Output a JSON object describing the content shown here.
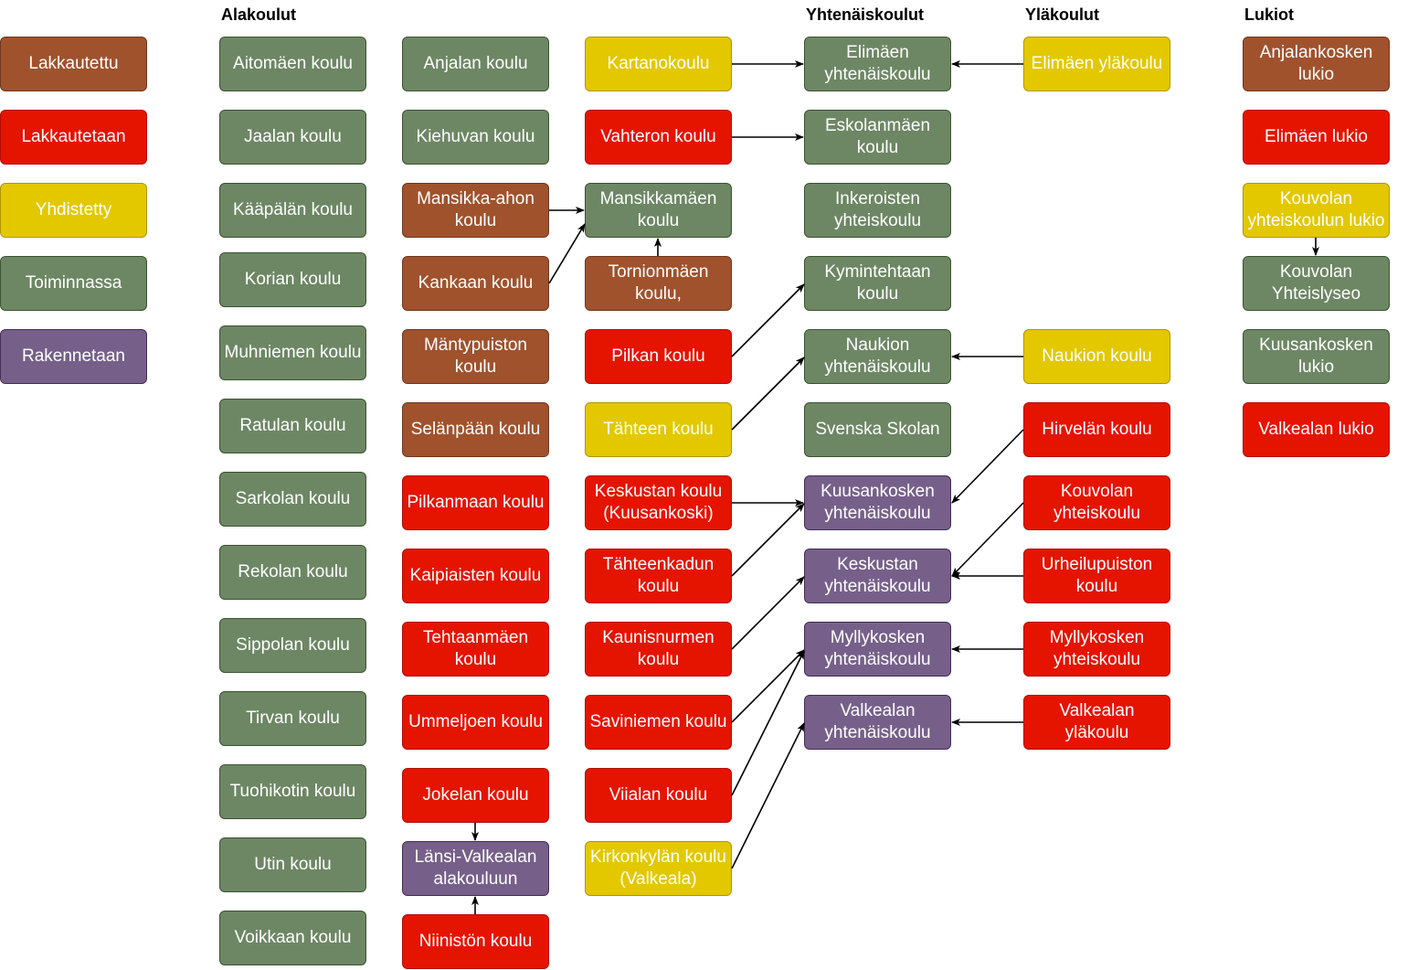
{
  "headers": {
    "alakoulut": "Alakoulut",
    "yhtenaiskoulut": "Yhtenäiskoulut",
    "ylakoulut": "Yläkoulut",
    "lukiot": "Lukiot"
  },
  "colors": {
    "lakkautettu": "#a0522d",
    "lakkautetaan": "#e51400",
    "yhdistetty": "#e3c800",
    "toiminnassa": "#6d8764",
    "rakennetaan": "#76608a"
  },
  "legend": {
    "lakkautettu": "Lakkautettu",
    "lakkautetaan": "Lakkautetaan",
    "yhdistetty": "Yhdistetty",
    "toiminnassa": "Toiminnassa",
    "rakennetaan": "Rakennetaan"
  },
  "alakoulut_col1": {
    "aitomaen": "Aitomäen koulu",
    "jaalan": "Jaalan koulu",
    "kaapalan": "Kääpälän koulu",
    "korian": "Korian koulu",
    "muhniemen": "Muhniemen koulu",
    "ratulan": "Ratulan koulu",
    "sarkolan": "Sarkolan koulu",
    "rekolan": "Rekolan koulu",
    "sippolan": "Sippolan koulu",
    "tirvan": "Tirvan koulu",
    "tuohikotin": "Tuohikotin koulu",
    "utin": "Utin koulu",
    "voikkaan": "Voikkaan koulu"
  },
  "alakoulut_col2": {
    "anjalan": "Anjalan koulu",
    "kiehuvan": "Kiehuvan koulu",
    "mansikka_ahon": "Mansikka-ahon koulu",
    "kankaan": "Kankaan koulu",
    "mantypuiston": "Mäntypuiston koulu",
    "selanpaan": "Selänpään koulu",
    "pilkanmaan": "Pilkanmaan koulu",
    "kaipiaisten": "Kaipiaisten koulu",
    "tehtaanmaen": "Tehtaanmäen koulu",
    "ummeljoen": "Ummeljoen koulu",
    "jokelan": "Jokelan koulu",
    "lansi_valkealan": "Länsi-Valkealan alakouluun",
    "niiniston": "Niinistön koulu"
  },
  "alakoulut_col3": {
    "kartanokoulu": "Kartanokoulu",
    "vahteron": "Vahteron koulu",
    "mansikkamaen": "Mansikkamäen koulu",
    "tornionmaen": "Tornionmäen koulu,",
    "pilkan": "Pilkan koulu",
    "tahteen": "Tähteen koulu",
    "keskustan_kuusankoski": "Keskustan koulu (Kuusankoski)",
    "tahteenkadun": "Tähteenkadun koulu",
    "kaunisnurmen": "Kaunisnurmen koulu",
    "saviniemen": "Saviniemen koulu",
    "viialan": "Viialan koulu",
    "kirkonkylan": "Kirkonkylän koulu (Valkeala)"
  },
  "yhtenaiskoulut": {
    "elimaen": "Elimäen yhtenäiskoulu",
    "eskolanmaen": "Eskolanmäen koulu",
    "inkeroisten": "Inkeroisten yhteiskoulu",
    "kymintehtaan": "Kymintehtaan koulu",
    "naukion": "Naukion yhtenäiskoulu",
    "svenska": "Svenska Skolan",
    "kuusankosken": "Kuusankosken yhtenäiskoulu",
    "keskustan": "Keskustan yhtenäiskoulu",
    "myllykosken": "Myllykosken yhtenäiskoulu",
    "valkealan": "Valkealan yhtenäiskoulu"
  },
  "ylakoulut": {
    "elimaen": "Elimäen yläkoulu",
    "naukion": "Naukion koulu",
    "hirvelan": "Hirvelän koulu",
    "kouvolan_yhteiskoulu": "Kouvolan yhteiskoulu",
    "urheilupuiston": "Urheilupuiston koulu",
    "myllykosken_yhteiskoulu": "Myllykosken yhteiskoulu",
    "valkealan_ylakoulu": "Valkealan yläkoulu"
  },
  "lukiot": {
    "anjalankosken": "Anjalankosken lukio",
    "elimaen": "Elimäen lukio",
    "kouvolan_yhteiskoulun": "Kouvolan yhteiskoulun lukio",
    "kouvolan_yhteislyseo": "Kouvolan Yhteislyseo",
    "kuusankosken": "Kuusankosken lukio",
    "valkealan": "Valkealan lukio"
  }
}
